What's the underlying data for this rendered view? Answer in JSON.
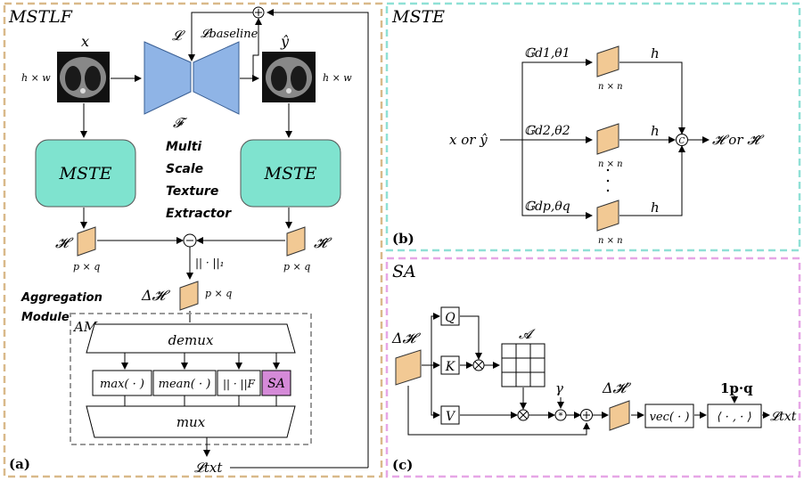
{
  "panel_a": {
    "title": "MSTLF",
    "tag": "(a)",
    "x_label": "x",
    "y_label": "ŷ",
    "size_in": "h × w",
    "size_out": "h × w",
    "loss_l": "𝓛",
    "loss_baseline": "𝓛baseline",
    "f_label": "𝓕",
    "mste_left": "MSTE",
    "mste_right": "MSTE",
    "extractor": [
      "Multi",
      "Scale",
      "Texture",
      "Extractor"
    ],
    "h_left": "𝓗",
    "h_right": "𝓗̂",
    "pq_left": "p × q",
    "pq_right": "p × q",
    "norm1": "|| · ||₁",
    "delta_h": "Δ𝓗",
    "delta_pq": "p × q",
    "aggregation": [
      "Aggregation",
      "Module"
    ],
    "am": "AM",
    "demux": "demux",
    "mux": "mux",
    "ops": [
      "max( · )",
      "mean( · )",
      "|| · ||F",
      "SA"
    ],
    "loss_txt": "𝓛txt"
  },
  "panel_b": {
    "title": "MSTE",
    "tag": "(b)",
    "input": "x or ŷ",
    "output": "𝓗 or 𝓗̂",
    "filters": [
      "𝔾d1,θ1",
      "𝔾d2,θ2",
      "𝔾dp,θq"
    ],
    "nn": "n × n",
    "h": "h",
    "concat": "C"
  },
  "panel_c": {
    "title": "SA",
    "tag": "(c)",
    "delta_h": "Δ𝓗",
    "q": "Q",
    "k": "K",
    "v": "V",
    "a": "𝓐",
    "gamma": "γ",
    "delta_h_prime": "Δ𝓗′",
    "vec": "vec( · )",
    "inner": "⟨ · , · ⟩",
    "ones": "1p·q",
    "loss_txt": "𝓛txt"
  },
  "colors": {
    "panel_a_border": "#d9b98a",
    "panel_b_border": "#8fe0d6",
    "panel_c_border": "#e6a6e6",
    "mste_fill": "#7fe3cf",
    "tensor_fill": "#f2c994",
    "network_fill": "#8fb4e6",
    "sa_fill": "#d58ad8",
    "am_border": "#999999"
  }
}
